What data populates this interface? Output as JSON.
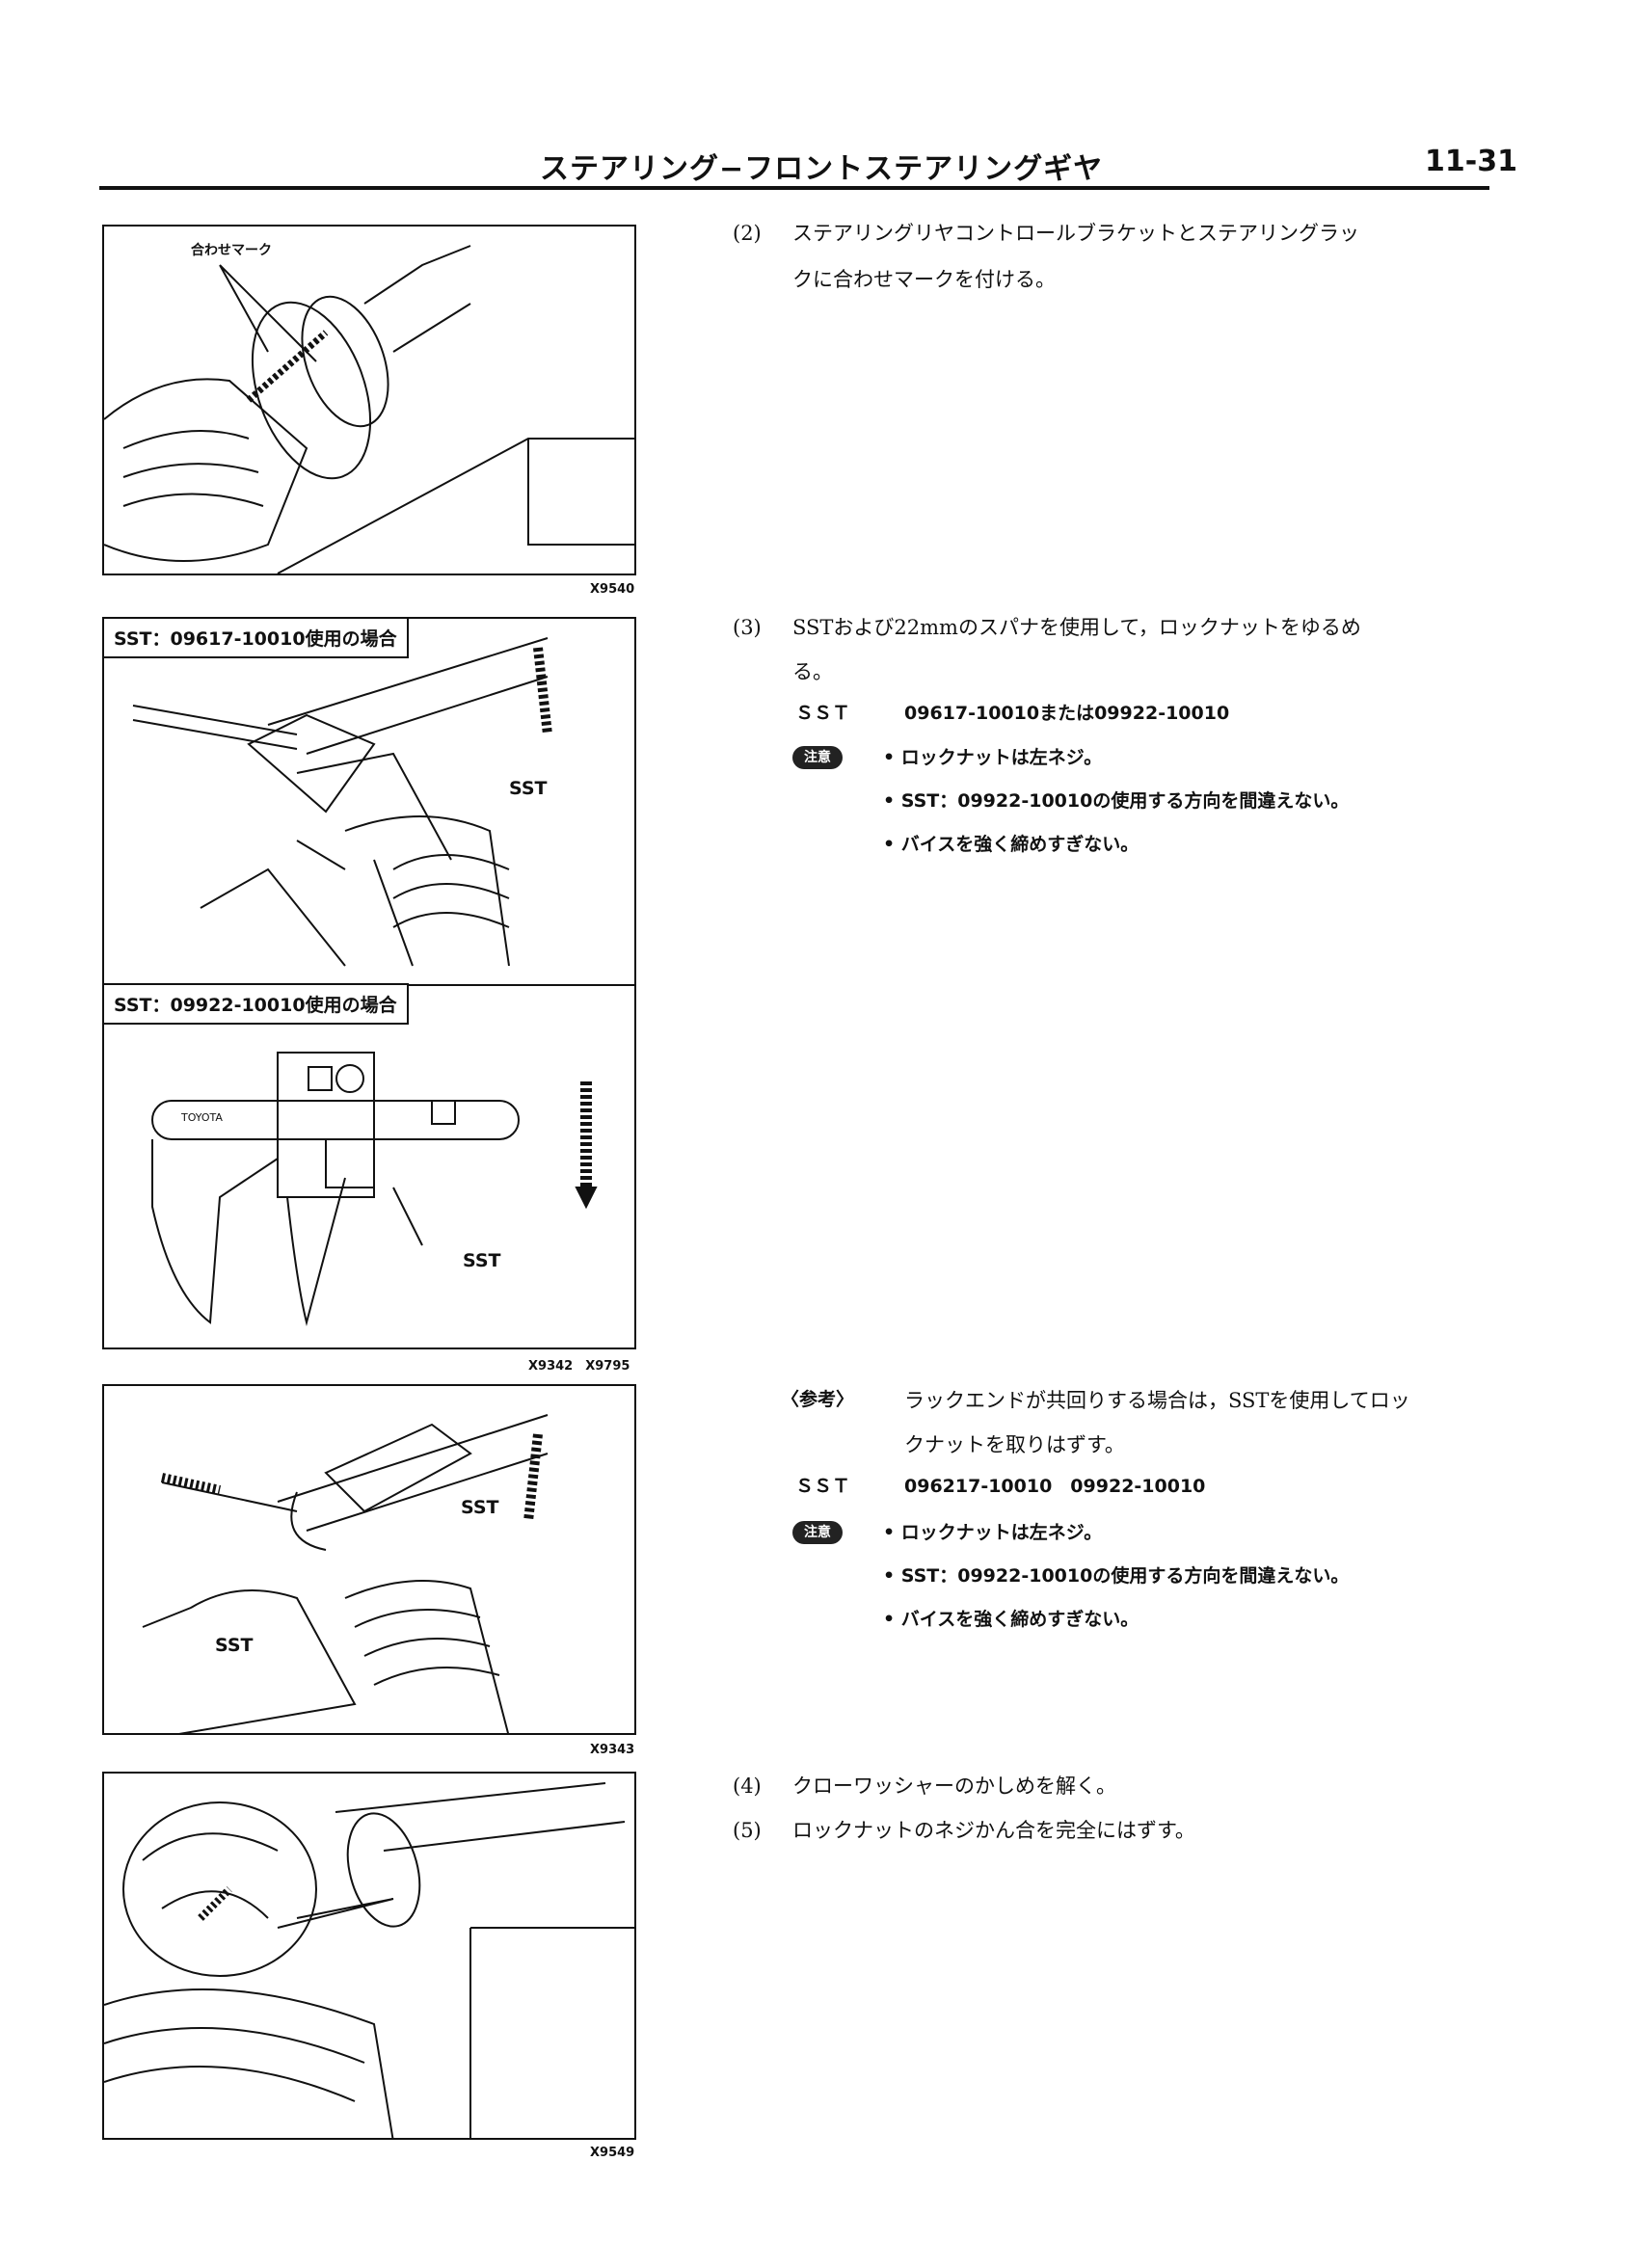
{
  "header": {
    "title": "ステアリング−フロントステアリングギヤ",
    "page_number": "11-31"
  },
  "figures": [
    {
      "code": "X9540",
      "annotations": [
        "合わせマーク"
      ]
    },
    {
      "panels": [
        {
          "label": "SST：09617-10010使用の場合",
          "annotations": [
            "SST"
          ]
        },
        {
          "label": "SST：09922-10010使用の場合",
          "annotations": [
            "SST",
            "TOYOTA"
          ]
        }
      ],
      "code": "X9342　X9795"
    },
    {
      "code": "X9343",
      "annotations": [
        "SST",
        "SST"
      ]
    },
    {
      "code": "X9549"
    }
  ],
  "steps": {
    "s2": {
      "num": "(2)",
      "line1": "ステアリングリヤコントロールブラケットとステアリングラッ",
      "line2": "クに合わせマークを付ける。"
    },
    "s3": {
      "num": "(3)",
      "line1": "SSTおよび22mmのスパナを使用して，ロックナットをゆるめ",
      "line2": "る。",
      "sst_label": "ＳＳＴ",
      "sst_value": "09617-10010または09922-10010",
      "caution_label": "注意",
      "cautions": [
        "• ロックナットは左ネジ。",
        "• SST：09922-10010の使用する方向を間違えない。",
        "• バイスを強く締めすぎない。"
      ]
    },
    "ref": {
      "label": "〈参考〉",
      "line1": "ラックエンドが共回りする場合は，SSTを使用してロッ",
      "line2": "クナットを取りはずす。",
      "sst_label": "ＳＳＴ",
      "sst_value": "096217-10010　09922-10010",
      "caution_label": "注意",
      "cautions": [
        "• ロックナットは左ネジ。",
        "• SST：09922-10010の使用する方向を間違えない。",
        "• バイスを強く締めすぎない。"
      ]
    },
    "s4": {
      "num": "(4)",
      "text": "クローワッシャーのかしめを解く。"
    },
    "s5": {
      "num": "(5)",
      "text": "ロックナットのネジかん合を完全にはずす。"
    }
  }
}
